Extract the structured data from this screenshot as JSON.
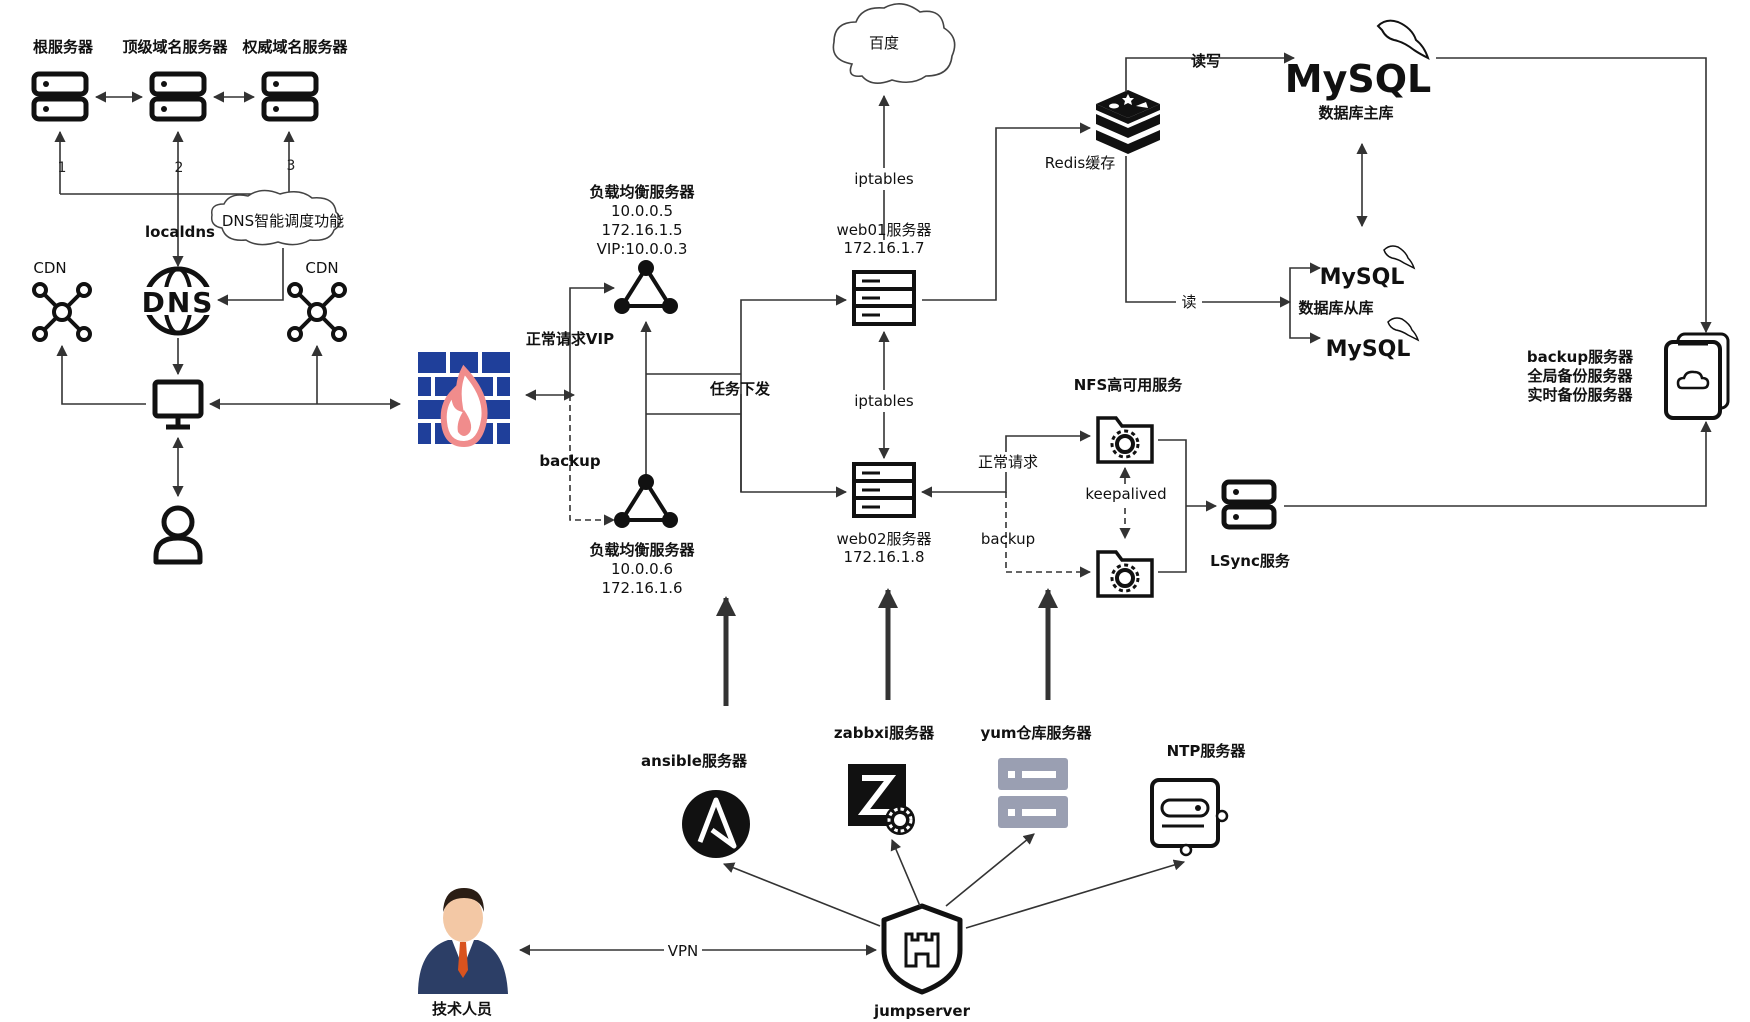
{
  "dns": {
    "root_label": "根服务器",
    "tld_label": "顶级域名服务器",
    "auth_label": "权威域名服务器",
    "step1": "1",
    "step2": "2",
    "step3": "3",
    "localdns_label": "localdns",
    "smart_dns_label": "DNS智能调度功能",
    "dns_icon_text": "DNS",
    "cdn_left_label": "CDN",
    "cdn_right_label": "CDN"
  },
  "edge": {
    "normal_vip_label": "正常请求VIP",
    "backup_label": "backup",
    "dispatch_label": "任务下发"
  },
  "lb1": {
    "line1": "负载均衡服务器",
    "line2": "10.0.0.5",
    "line3": "172.16.1.5",
    "line4": "VIP:10.0.0.3"
  },
  "lb2": {
    "line1": "负载均衡服务器",
    "line2": "10.0.0.6",
    "line3": "172.16.1.6"
  },
  "web": {
    "baidu_label": "百度",
    "iptables_top": "iptables",
    "iptables_mid": "iptables",
    "web01_name": "web01服务器",
    "web01_ip": "172.16.1.7",
    "web02_name": "web02服务器",
    "web02_ip": "172.16.1.8"
  },
  "data": {
    "redis_label": "Redis缓存",
    "write_label": "读写",
    "read_label": "读",
    "mysql_logo": "MySQL",
    "master_label": "数据库主库",
    "slave_label": "数据库从库",
    "nfs_label": "NFS高可用服务",
    "nfs_normal_label": "正常请求",
    "nfs_backup_label": "backup",
    "keepalived_label": "keepalived",
    "lsync_label": "LSync服务",
    "backup_line1": "backup服务器",
    "backup_line2": "全局备份服务器",
    "backup_line3": "实时备份服务器"
  },
  "ops": {
    "ansible_label": "ansible服务器",
    "zabbix_label": "zabbxi服务器",
    "yum_label": "yum仓库服务器",
    "ntp_label": "NTP服务器",
    "vpn_label": "VPN",
    "staff_label": "技术人员",
    "jumpserver_label": "jumpserver"
  }
}
